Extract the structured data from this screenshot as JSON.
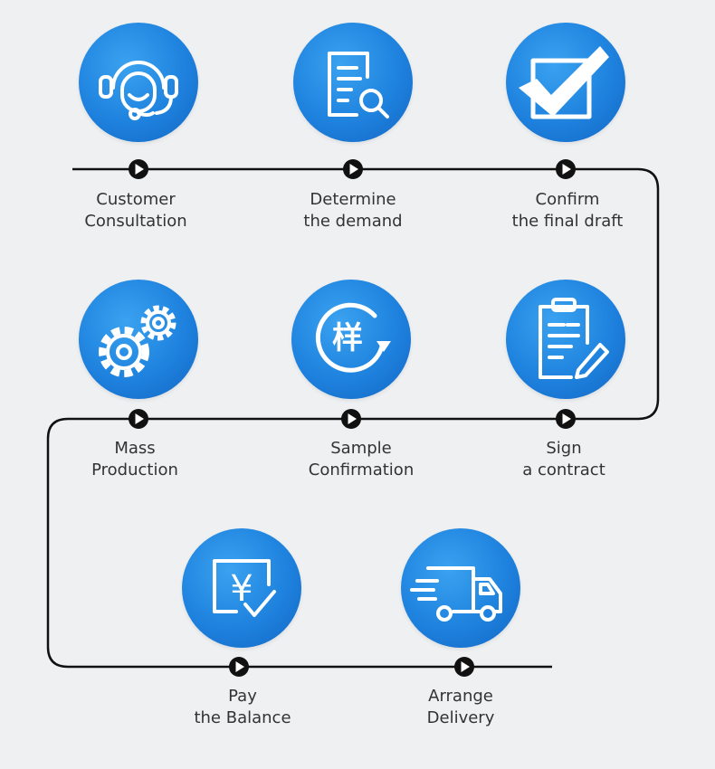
{
  "steps": [
    {
      "line1": "Customer",
      "line2": "Consultation",
      "icon": "headset-icon"
    },
    {
      "line1": "Determine",
      "line2": "the demand",
      "icon": "document-search-icon"
    },
    {
      "line1": "Confirm",
      "line2": "the final draft",
      "icon": "checkbox-checked-icon"
    },
    {
      "line1": "Sign",
      "line2": "a contract",
      "icon": "clipboard-pen-icon"
    },
    {
      "line1": "Sample",
      "line2": "Confirmation",
      "icon": "sample-refresh-icon",
      "icon_glyph": "样"
    },
    {
      "line1": "Mass",
      "line2": "Production",
      "icon": "gears-icon"
    },
    {
      "line1": "Pay",
      "line2": "the Balance",
      "icon": "yuan-receipt-icon",
      "icon_glyph": "¥"
    },
    {
      "line1": "Arrange",
      "line2": "Delivery",
      "icon": "delivery-truck-icon"
    }
  ],
  "colors": {
    "circle": "#1e82de",
    "icon": "#ffffff",
    "line": "#111111",
    "text": "#333333",
    "background": "#eef0f2"
  }
}
